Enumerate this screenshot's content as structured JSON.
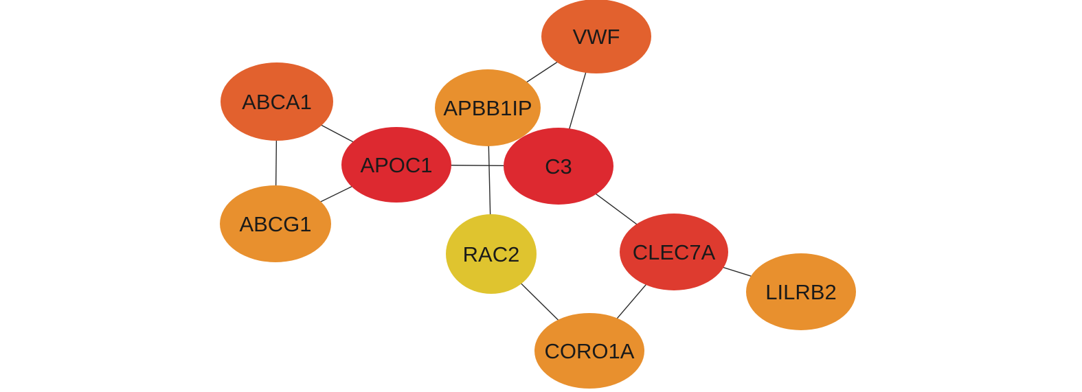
{
  "colors": {
    "background": "#ffffff",
    "edge": "#2a2a2a",
    "label": "#1a1a1a",
    "node_deep_red": "#dd2930",
    "node_red": "#de3b2f",
    "node_red_orange": "#e2612e",
    "node_orange": "#e8902e",
    "node_yellow": "#dfc42f"
  },
  "nodes": [
    {
      "id": "VWF",
      "label": "VWF",
      "color": "#e2612e"
    },
    {
      "id": "ABCA1",
      "label": "ABCA1",
      "color": "#e2612e"
    },
    {
      "id": "APBB1IP",
      "label": "APBB1IP",
      "color": "#e8902e"
    },
    {
      "id": "APOC1",
      "label": "APOC1",
      "color": "#dd2930"
    },
    {
      "id": "C3",
      "label": "C3",
      "color": "#dd2930"
    },
    {
      "id": "ABCG1",
      "label": "ABCG1",
      "color": "#e8902e"
    },
    {
      "id": "RAC2",
      "label": "RAC2",
      "color": "#dfc42f"
    },
    {
      "id": "CLEC7A",
      "label": "CLEC7A",
      "color": "#de3b2f"
    },
    {
      "id": "LILRB2",
      "label": "LILRB2",
      "color": "#e8902e"
    },
    {
      "id": "CORO1A",
      "label": "CORO1A",
      "color": "#e8902e"
    }
  ],
  "edges": [
    {
      "source": "ABCA1",
      "target": "APOC1"
    },
    {
      "source": "ABCA1",
      "target": "ABCG1"
    },
    {
      "source": "ABCG1",
      "target": "APOC1"
    },
    {
      "source": "APOC1",
      "target": "C3"
    },
    {
      "source": "APBB1IP",
      "target": "VWF"
    },
    {
      "source": "VWF",
      "target": "C3"
    },
    {
      "source": "APBB1IP",
      "target": "RAC2"
    },
    {
      "source": "C3",
      "target": "CLEC7A"
    },
    {
      "source": "CLEC7A",
      "target": "LILRB2"
    },
    {
      "source": "CLEC7A",
      "target": "CORO1A"
    },
    {
      "source": "RAC2",
      "target": "CORO1A"
    }
  ]
}
